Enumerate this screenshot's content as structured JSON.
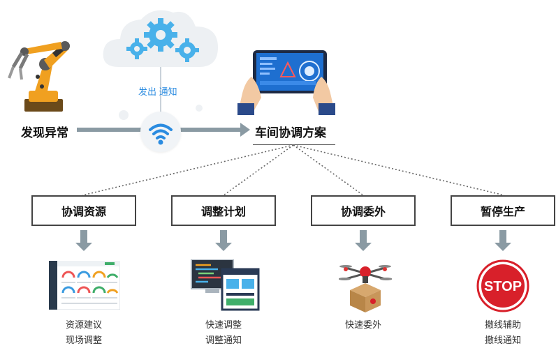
{
  "top": {
    "left_label": "发现异常",
    "right_label": "车间协调方案",
    "signal_label": "发出 通知"
  },
  "branches": [
    {
      "title": "协调资源",
      "captions": [
        "资源建议",
        "现场调整"
      ],
      "icon": "dashboard-icon"
    },
    {
      "title": "调整计划",
      "captions": [
        "快速调整",
        "调整通知"
      ],
      "icon": "code-screen-icon"
    },
    {
      "title": "协调委外",
      "captions": [
        "快速委外"
      ],
      "icon": "delivery-drone-icon"
    },
    {
      "title": "暂停生产",
      "captions": [
        "撤线辅助",
        "撤线通知"
      ],
      "icon": "stop-sign-icon"
    }
  ],
  "stop_sign_text": "STOP",
  "colors": {
    "accent_blue": "#2a8be0",
    "arrow_gray": "#8a9aa3",
    "robot_orange": "#f0a020",
    "stop_red": "#d8202a"
  }
}
